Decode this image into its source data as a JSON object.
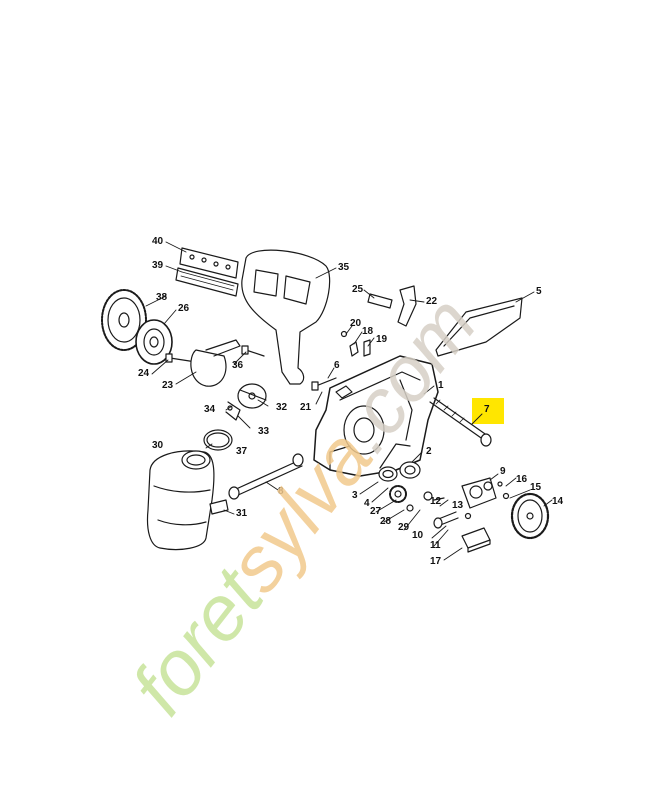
{
  "diagram": {
    "highlight_part": "7",
    "callouts": [
      "1",
      "2",
      "3",
      "4",
      "5",
      "6",
      "7",
      "8",
      "9",
      "10",
      "11",
      "12",
      "13",
      "14",
      "15",
      "16",
      "17",
      "18",
      "19",
      "20",
      "21",
      "22",
      "23",
      "24",
      "25",
      "26",
      "27",
      "28",
      "29",
      "30",
      "31",
      "32",
      "33",
      "34",
      "35",
      "36",
      "37",
      "38",
      "39",
      "40"
    ]
  },
  "watermark": {
    "text": "foretsylva.com",
    "colors": {
      "foret": "#c7e39a",
      "sylva": "#f2c98c",
      "com": "#d6d0c6"
    }
  },
  "colors": {
    "line": "#1a1a1a",
    "highlight": "#ffe600",
    "background": "#ffffff"
  }
}
